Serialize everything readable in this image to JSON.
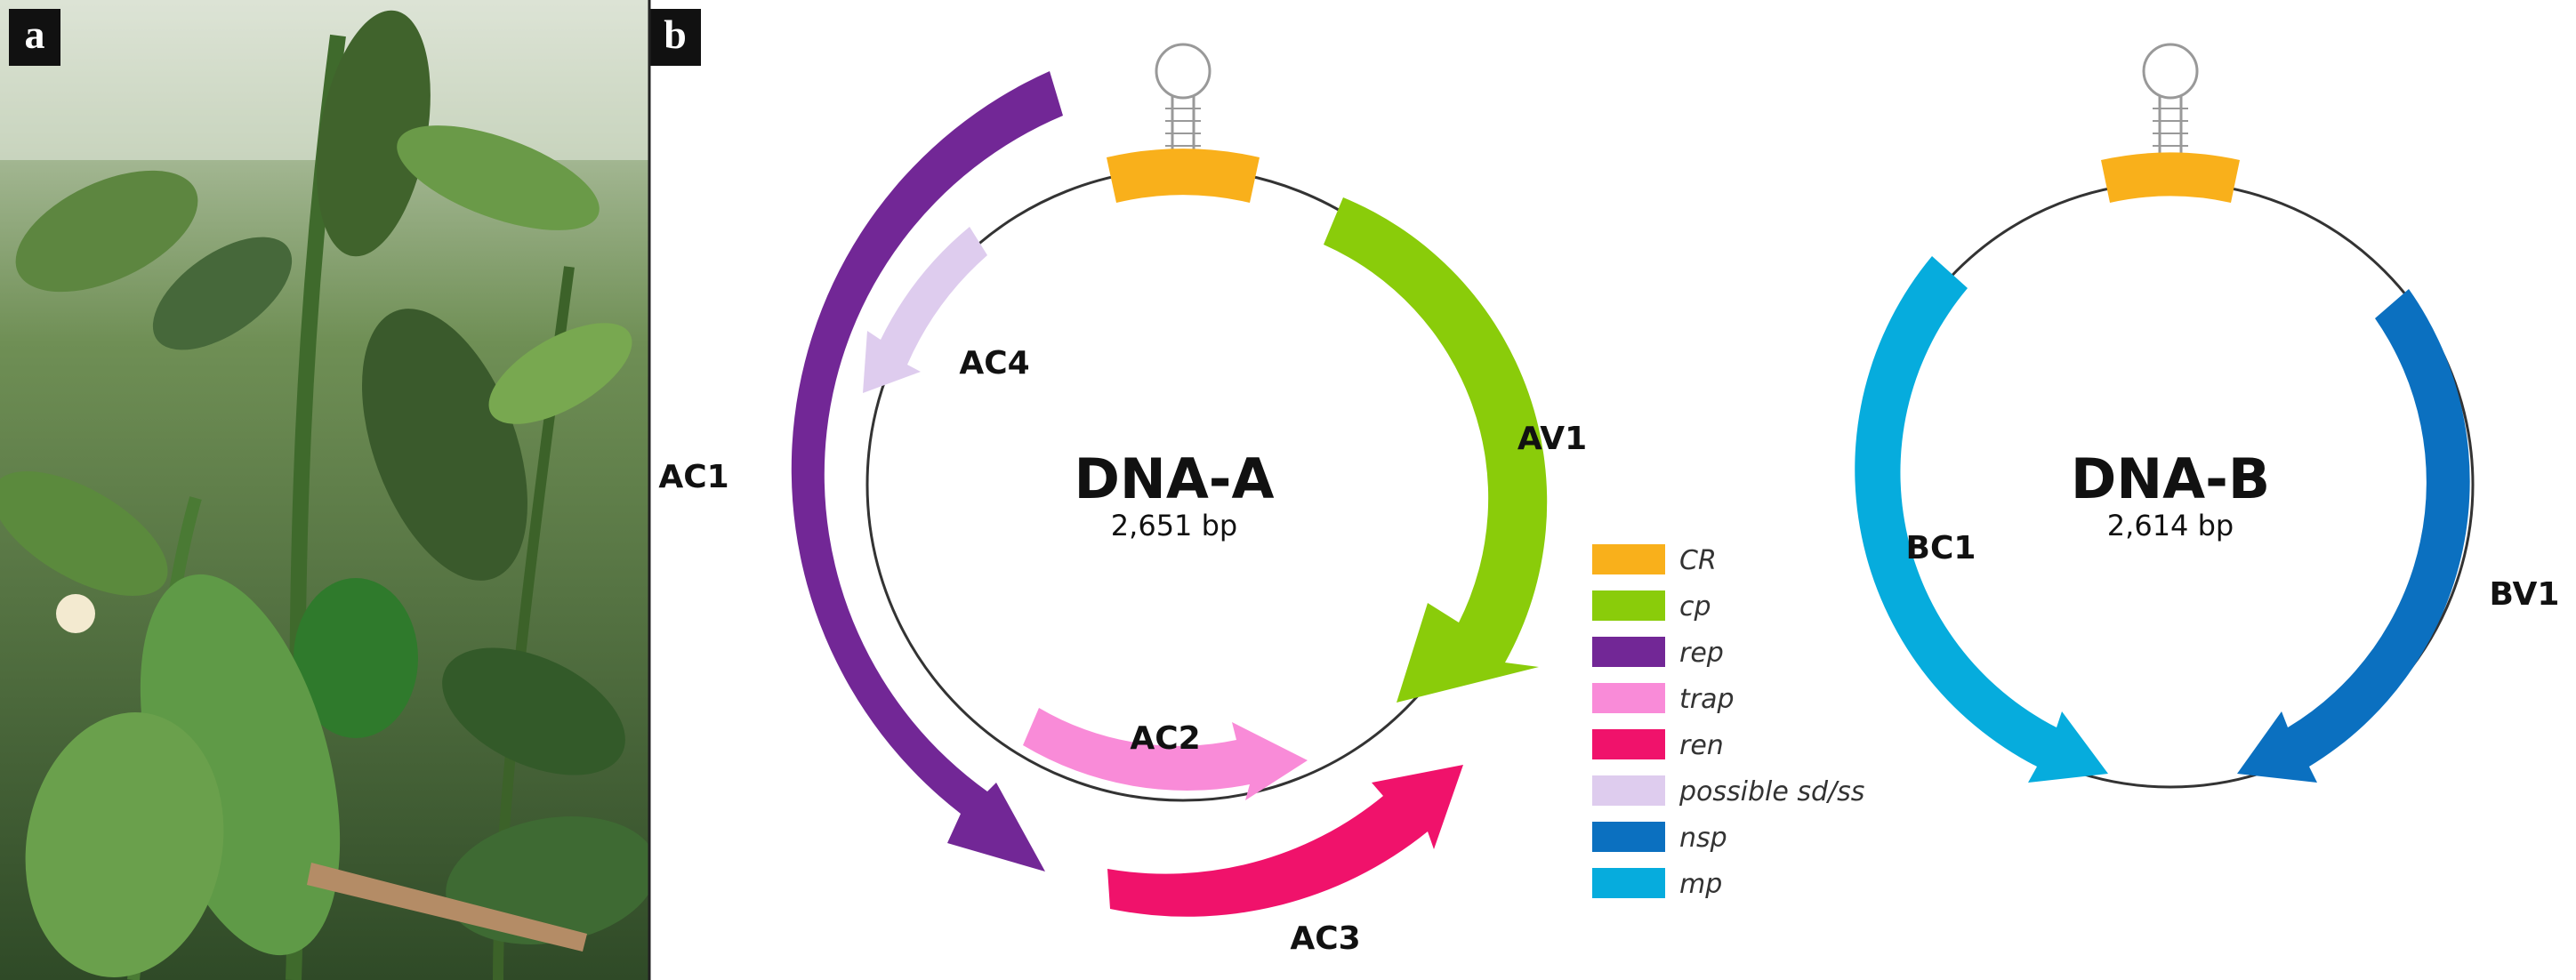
{
  "panels": {
    "a": "a",
    "b": "b"
  },
  "dna_a": {
    "title": "DNA-A",
    "size": "2,651 bp"
  },
  "dna_b": {
    "title": "DNA-B",
    "size": "2,614 bp"
  },
  "genes": {
    "AC1": "AC1",
    "AC2": "AC2",
    "AC3": "AC3",
    "AC4": "AC4",
    "AV1": "AV1",
    "BC1": "BC1",
    "BV1": "BV1"
  },
  "legend": [
    {
      "label": "CR",
      "color": "#F9B01B"
    },
    {
      "label": "cp",
      "color": "#8ACC0A"
    },
    {
      "label": "rep",
      "color": "#722796"
    },
    {
      "label": "trap",
      "color": "#F98BD8"
    },
    {
      "label": "ren",
      "color": "#F0126B"
    },
    {
      "label": "possible sd/ss",
      "color": "#DECCEE"
    },
    {
      "label": "nsp",
      "color": "#0B70C0"
    },
    {
      "label": "mp",
      "color": "#06ACDD"
    }
  ]
}
